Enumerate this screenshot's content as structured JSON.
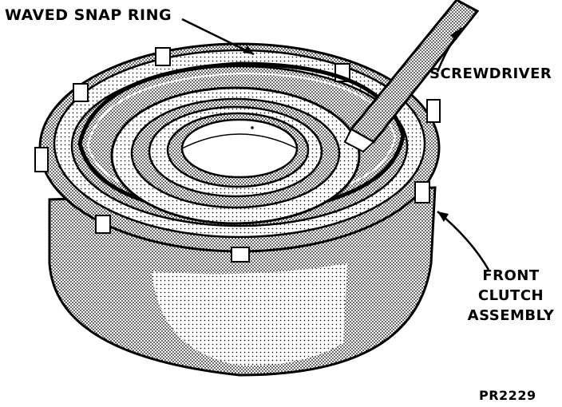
{
  "labels": {
    "waved_snap_ring": "WAVED SNAP RING",
    "screwdriver": "SCREWDRIVER",
    "front_clutch_assembly": [
      "FRONT",
      "CLUTCH",
      "ASSEMBLY"
    ],
    "figure_code": "PR2229"
  },
  "colors": {
    "ink": "#000000",
    "shade": "#9a9a9a",
    "paper": "#ffffff"
  }
}
